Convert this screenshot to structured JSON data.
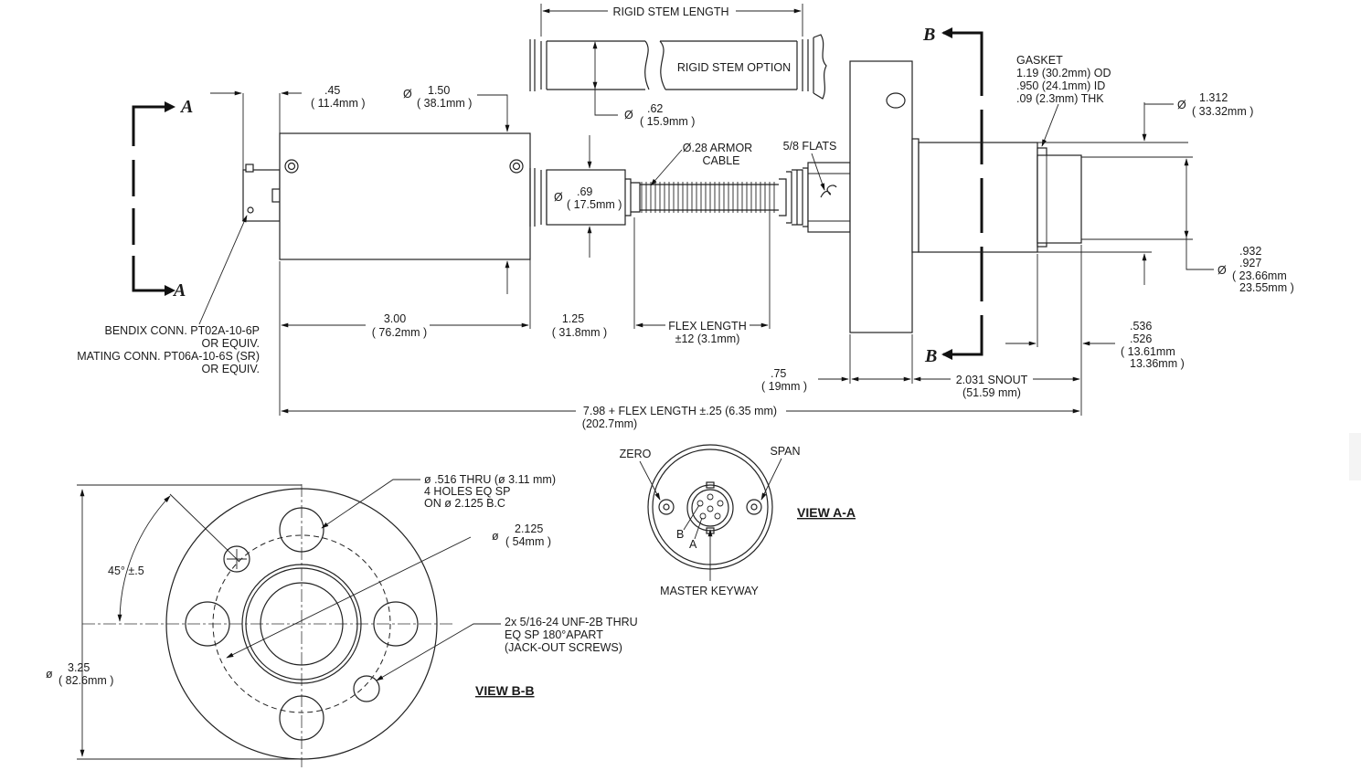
{
  "labels": {
    "rigid_stem_length": "RIGID STEM LENGTH",
    "rigid_stem_option": "RIGID STEM OPTION",
    "stem_dia_in": ".62",
    "stem_dia_mm": "( 15.9mm )",
    "body_len_in": ".45",
    "body_len_mm": "( 11.4mm )",
    "body_dia_in": "1.50",
    "body_dia_mm": "( 38.1mm )",
    "armor_1": "Ø.28 ARMOR",
    "armor_2": "CABLE",
    "flats": "5/8 FLATS",
    "gasket_1": "GASKET",
    "gasket_2": "1.19 (30.2mm) OD",
    "gasket_3": ".950 (24.1mm) ID",
    "gasket_4": ".09 (2.3mm) THK",
    "flange_dia_in": "1.312",
    "flange_dia_mm": "( 33.32mm )",
    "neck_dia_in": ".69",
    "neck_dia_mm": "( 17.5mm )",
    "snout_dia_in_1": ".932",
    "snout_dia_in_2": ".927",
    "snout_dia_mm_1": "( 23.66mm",
    "snout_dia_mm_2": "23.55mm )",
    "section_a": "A",
    "section_b": "B",
    "bendix_1": "BENDIX CONN. PT02A-10-6P",
    "bendix_2": "OR EQUIV.",
    "bendix_3": "MATING CONN. PT06A-10-6S (SR)",
    "bendix_4": "OR EQUIV.",
    "len_300_in": "3.00",
    "len_300_mm": "( 76.2mm )",
    "len_125_in": "1.25",
    "len_125_mm": "( 31.8mm )",
    "flex_1": "FLEX LENGTH",
    "flex_2": "±12 (3.1mm)",
    "flange_th_in": ".75",
    "flange_th_mm": "( 19mm )",
    "snout_1": "2.031 SNOUT",
    "snout_2": "(51.59 mm)",
    "tip_1": ".536",
    "tip_2": ".526",
    "tip_3": "( 13.61mm",
    "tip_4": "13.36mm )",
    "overall_1": "7.98 + FLEX LENGTH ±.25 (6.35 mm)",
    "overall_2": "(202.7mm)",
    "holes_1": "ø .516 THRU (ø 3.11 mm)",
    "holes_2": "4 HOLES EQ SP",
    "holes_3": "ON ø 2.125 B.C",
    "bc_in": "2.125",
    "bc_mm": "( 54mm )",
    "angle": "45° ±.5",
    "jack_1": "2x 5/16-24 UNF-2B THRU",
    "jack_2": "EQ SP 180°APART",
    "jack_3": "(JACK-OUT SCREWS)",
    "od_in": "3.25",
    "od_mm": "( 82.6mm )",
    "view_bb": "VIEW B-B",
    "zero": "ZERO",
    "span": "SPAN",
    "pin_b": "B",
    "pin_a": "A",
    "view_aa": "VIEW A-A",
    "keyway": "MASTER KEYWAY",
    "dia": "Ø",
    "dia_small": "ø"
  }
}
